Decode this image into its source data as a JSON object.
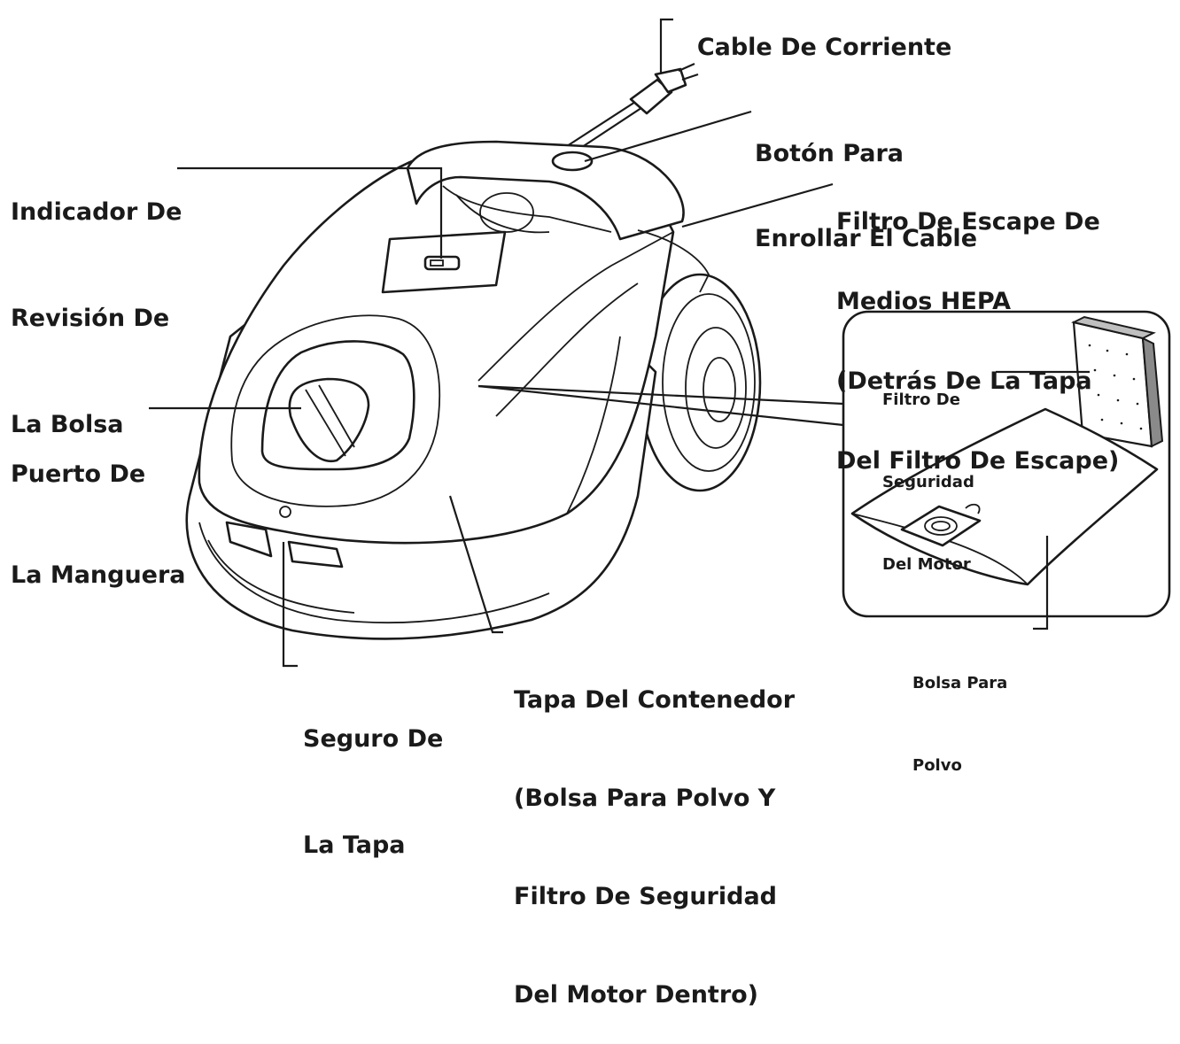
{
  "labels": {
    "power_cord": "Cable De Corriente",
    "cord_rewind_line1": "Botón Para",
    "cord_rewind_line2": "Enrollar El Cable",
    "bag_check_line1": "Indicador De",
    "bag_check_line2": "Revisión De",
    "bag_check_line3": "La Bolsa",
    "hepa_line1": "Filtro De Escape De",
    "hepa_line2": "Medios HEPA",
    "hepa_line3": "(Detrás De La Tapa",
    "hepa_line4": "Del Filtro De Escape)",
    "hose_port_line1": "Puerto De",
    "hose_port_line2": "La Manguera",
    "motor_filter_line1": "Filtro De",
    "motor_filter_line2": "Seguridad",
    "motor_filter_line3": "Del Motor",
    "dust_bag_line1": "Bolsa Para",
    "dust_bag_line2": "Polvo",
    "lid_latch_line1": "Seguro De",
    "lid_latch_line2": "La Tapa",
    "container_lid_line1": "Tapa Del Contenedor",
    "container_lid_line2": "(Bolsa Para Polvo Y",
    "container_lid_line3": "Filtro De Seguridad",
    "container_lid_line4": "Del Motor Dentro)"
  },
  "colors": {
    "ink": "#1a1a1a",
    "background": "#ffffff",
    "filter_edge": "#8a8a8a"
  }
}
